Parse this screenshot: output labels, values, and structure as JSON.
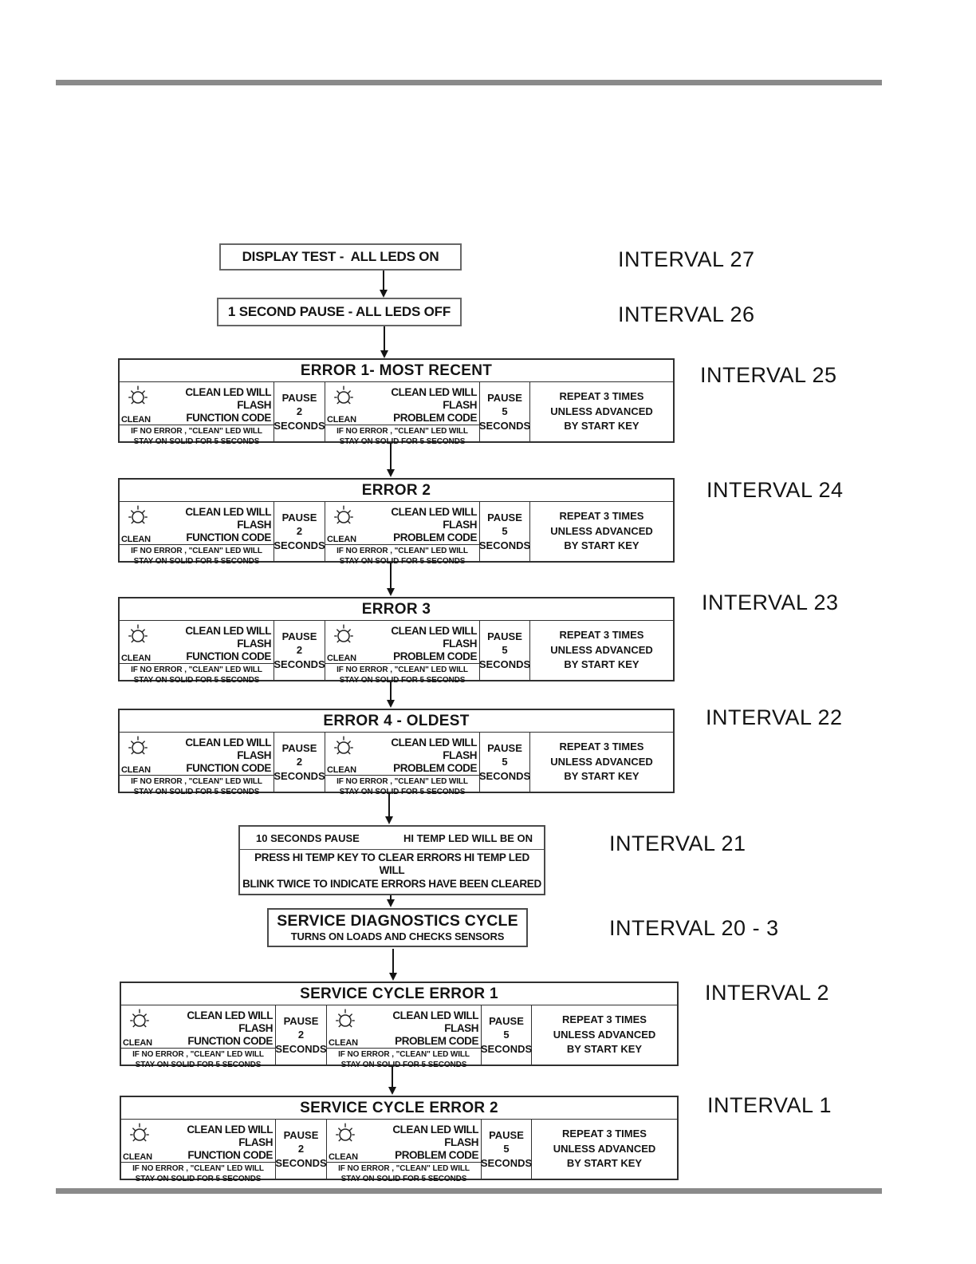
{
  "doc": {
    "intervals": [
      "INTERVAL 27",
      "INTERVAL 26",
      "INTERVAL 25",
      "INTERVAL 24",
      "INTERVAL 23",
      "INTERVAL 22",
      "INTERVAL 21",
      "INTERVAL 20 - 3",
      "INTERVAL 2",
      "INTERVAL 1"
    ],
    "boxes": {
      "display_test": "DISPLAY TEST -  ALL LEDS ON",
      "one_second_pause": "1 SECOND PAUSE - ALL LEDS OFF",
      "error_titles": [
        "ERROR 1- MOST RECENT",
        "ERROR 2",
        "ERROR 3",
        "ERROR 4 - OLDEST",
        "SERVICE CYCLE ERROR 1",
        "SERVICE CYCLE ERROR 2"
      ],
      "error_cell": {
        "led_label": "CLEAN",
        "flash_line": "CLEAN LED WILL FLASH",
        "function_code": "FUNCTION CODE",
        "problem_code": "PROBLEM CODE",
        "note_line1": "IF NO ERROR , \"CLEAN\" LED WILL",
        "note_line2": "STAY ON SOLID FOR 5 SECONDS",
        "pause_word": "PAUSE",
        "pause2_value": "2",
        "pause5_value": "5",
        "seconds_word": "SECONDS",
        "repeat_line1": "REPEAT 3 TIMES",
        "repeat_line2": "UNLESS ADVANCED",
        "repeat_line3": "BY START KEY"
      },
      "hi_temp_pause": {
        "left": "10 SECONDS PAUSE",
        "right": "HI TEMP LED WILL BE ON",
        "line1": "PRESS HI TEMP KEY TO CLEAR ERRORS HI TEMP LED WILL",
        "line2": "BLINK TWICE TO INDICATE ERRORS HAVE BEEN CLEARED"
      },
      "service_diag": {
        "title": "SERVICE DIAGNOSTICS CYCLE",
        "subtitle": "TURNS ON LOADS AND CHECKS SENSORS"
      }
    },
    "colors": {
      "rule": "#8a8a8a",
      "box_border": "#303030",
      "text": "#141414"
    }
  }
}
